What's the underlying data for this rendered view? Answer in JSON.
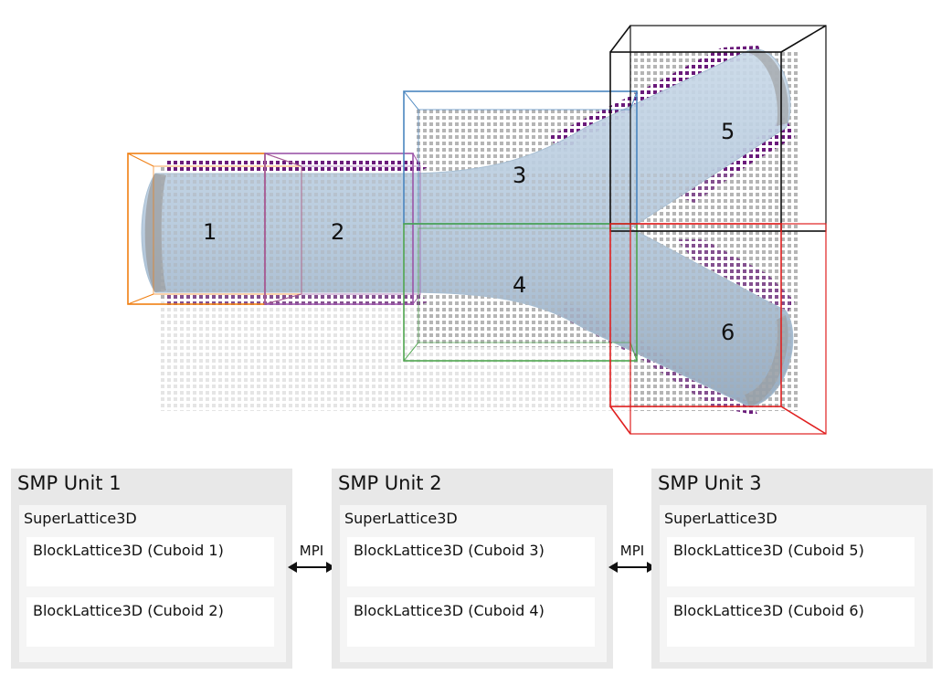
{
  "cuboid_labels": [
    "1",
    "2",
    "3",
    "4",
    "5",
    "6"
  ],
  "colors": {
    "cuboid_1": "#f07f12",
    "cuboid_2": "#9b55a8",
    "cuboid_3": "#4a86bf",
    "cuboid_4": "#4fa64f",
    "cuboid_5": "#111111",
    "cuboid_6": "#e02020",
    "vessel": "#b9cde0",
    "lattice_grid": "#b5b5b5",
    "boundary_cells": "#6a1a7a",
    "unit_background": "#e8e8e8",
    "super_background": "#f5f5f5"
  },
  "smp_units": [
    {
      "title": "SMP Unit 1",
      "super_label": "SuperLattice3D",
      "blocks": [
        "BlockLattice3D (Cuboid 1)",
        "BlockLattice3D (Cuboid 2)"
      ]
    },
    {
      "title": "SMP Unit 2",
      "super_label": "SuperLattice3D",
      "blocks": [
        "BlockLattice3D (Cuboid 3)",
        "BlockLattice3D (Cuboid 4)"
      ]
    },
    {
      "title": "SMP Unit 3",
      "super_label": "SuperLattice3D",
      "blocks": [
        "BlockLattice3D (Cuboid 5)",
        "BlockLattice3D (Cuboid 6)"
      ]
    }
  ],
  "connectors": [
    "MPI",
    "MPI"
  ]
}
